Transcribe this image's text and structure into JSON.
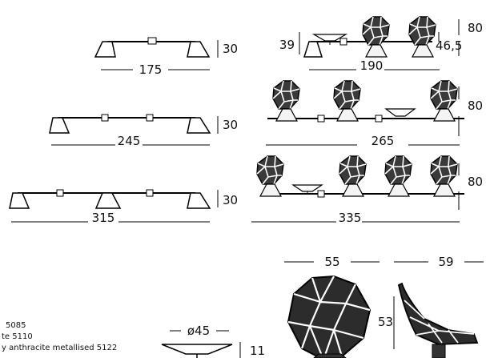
{
  "beams": [
    {
      "width_label": "175",
      "height_label": "30"
    },
    {
      "width_label": "245",
      "height_label": "30"
    },
    {
      "width_label": "315",
      "height_label": "30"
    }
  ],
  "configs": [
    {
      "width_label": "190",
      "height_label": "80",
      "tray_height_label": "39",
      "seat_height_label": "46,5"
    },
    {
      "width_label": "265",
      "height_label": "80"
    },
    {
      "width_label": "335",
      "height_label": "80"
    }
  ],
  "chair": {
    "width_label": "55",
    "depth_label": "59",
    "seat_height_label": "53"
  },
  "tray": {
    "diameter_label": "ø45",
    "height_label": "11"
  },
  "finish_notes": [
    "5085",
    "te 5110",
    "y anthracite metallised 5122"
  ]
}
